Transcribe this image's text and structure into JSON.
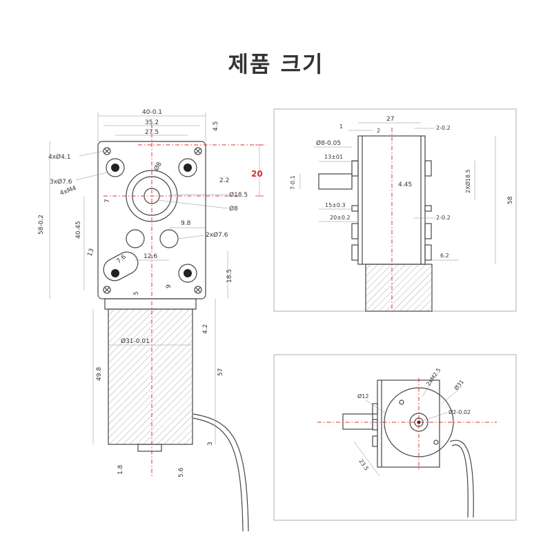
{
  "title": "제품 크기",
  "front_view": {
    "dims": {
      "w40": "40-0.1",
      "w35": "35.2",
      "w27": "27.5",
      "h45": "4.5",
      "holes4": "4xØ4.1",
      "holes3": "3xØ7.6",
      "thread4": "4xM4",
      "d8a": "Ø8",
      "d8b": "Ø8",
      "d185": "Ø18.5",
      "red20": "20",
      "h22": "2.2",
      "h7": "7",
      "h58": "58-0.2",
      "h4045": "40.45",
      "w98": "9.8",
      "holes2": "2xØ7.6",
      "a13": "13",
      "s76": "7.6",
      "w126": "12.6",
      "h185": "18.5",
      "h9": "9",
      "h5": "5",
      "h42": "4.2",
      "d31": "Ø31-0.01",
      "h498": "49.8",
      "h57": "57",
      "h3": "3",
      "h18": "1.8",
      "h56": "5.6"
    }
  },
  "side_view": {
    "dims": {
      "w27": "27",
      "w1": "1",
      "w2": "2",
      "r202": "2-0.2",
      "d8": "Ø8-0.05",
      "w13": "13±01",
      "h7": "7-0.1",
      "w445": "4.45",
      "d185": "2XØ18.5",
      "h58": "58",
      "w15": "15±0.3",
      "w20": "20±0.2",
      "r202b": "2-0.2",
      "h62": "6.2"
    }
  },
  "end_view": {
    "dims": {
      "m25": "2xM2.5",
      "d12": "Ø12",
      "d31": "Ø31",
      "d2": "Ø2-0.02",
      "w235": "23.5"
    }
  }
}
